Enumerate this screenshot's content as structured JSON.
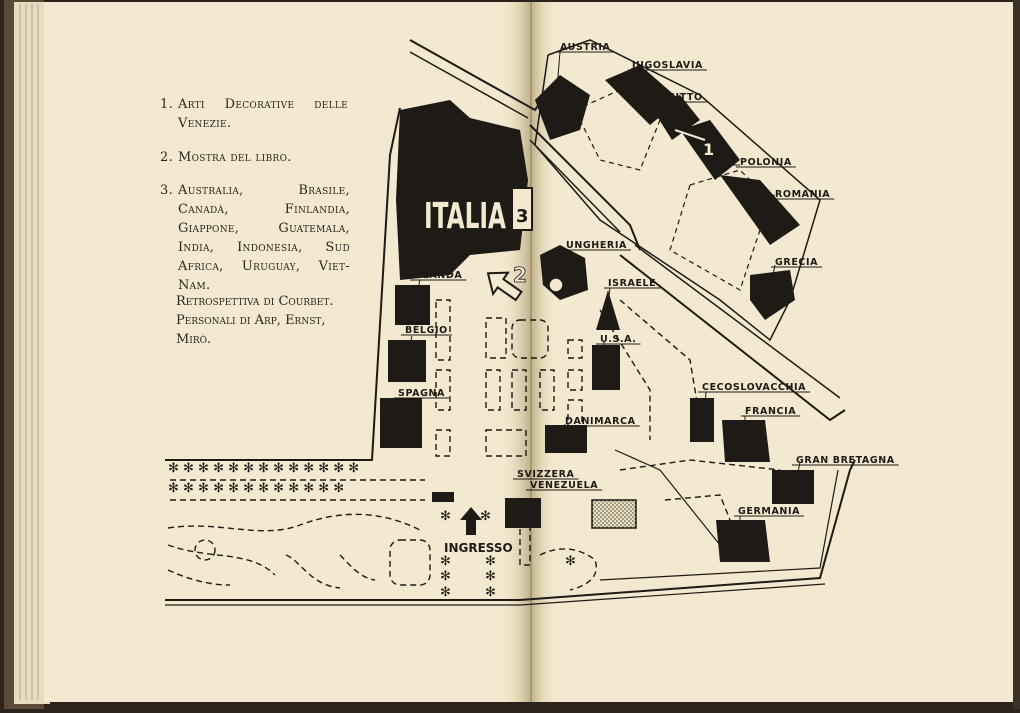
{
  "legend": {
    "items": [
      {
        "number": "1.",
        "text": "Arti Decorative delle Venezie."
      },
      {
        "number": "2.",
        "text": "Mostra del libro."
      },
      {
        "number": "3.",
        "text": "Australia, Brasile, Canadà, Finlandia, Giappone, Guatemala, India, Indonesia, Sud Africa, Uruguay, Viet-Nam."
      }
    ],
    "note_lines": [
      "Retrospettiva di Courbet.",
      "Personali di Arp, Ernst,",
      "Mirò."
    ]
  },
  "map": {
    "italia_label": "ITALIA",
    "entrance_label": "INGRESSO",
    "markers": [
      "1",
      "2",
      "3"
    ],
    "pavilions": [
      "AUSTRIA",
      "JUGOSLAVIA",
      "EGITTO",
      "POLONIA",
      "ROMANIA",
      "GRECIA",
      "UNGHERIA",
      "ISRAELE",
      "U.S.A.",
      "OLANDA",
      "BELGIO",
      "SPAGNA",
      "CECOSLOVACCHIA",
      "FRANCIA",
      "GRAN BRETAGNA",
      "GERMANIA",
      "DANIMARCA",
      "SVIZZERA",
      "VENEZUELA"
    ]
  },
  "colors": {
    "paper": "#f2e9d0",
    "ink": "#1e1a15",
    "spine": "#6b5a42"
  }
}
